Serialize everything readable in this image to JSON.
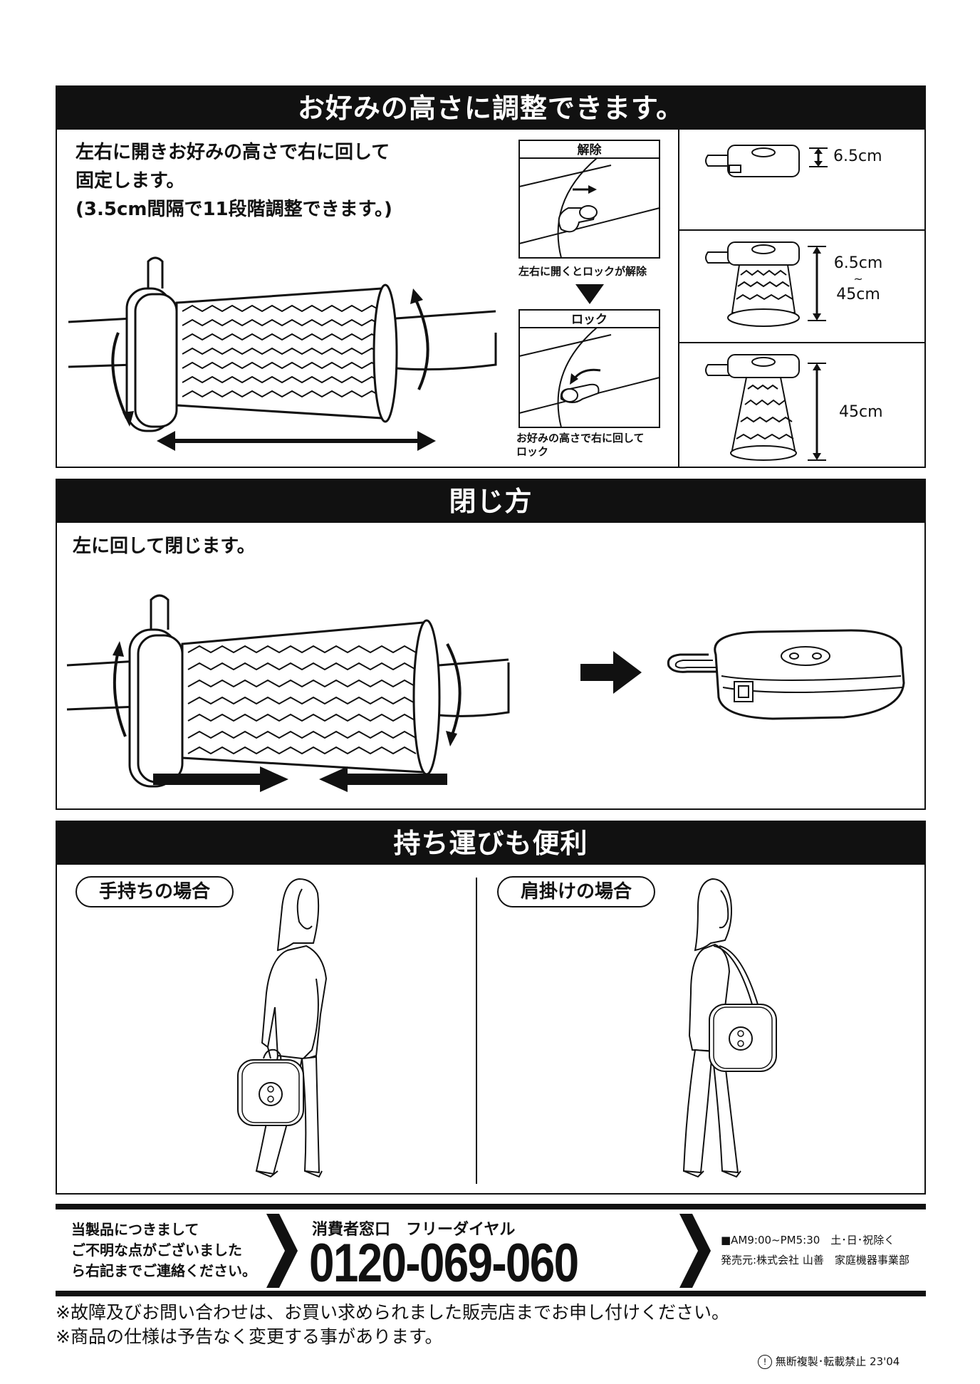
{
  "adjust": {
    "title": "お好みの高さに調整できます。",
    "instruction_lines": [
      "左右に開きお好みの高さで右に回して",
      "固定します。",
      "(3.5cm間隔で11段階調整できます。)"
    ],
    "release_title": "解除",
    "release_caption": "左右に開くとロックが解除",
    "lock_title": "ロック",
    "lock_caption_lines": [
      "お好みの高さで右に回して",
      "ロック"
    ],
    "height_closed": "6.5cm",
    "height_range_min": "6.5cm",
    "height_range_sep": "~",
    "height_range_max": "45cm",
    "height_max": "45cm"
  },
  "close": {
    "title": "閉じ方",
    "instruction": "左に回して閉じます。"
  },
  "carry": {
    "title": "持ち運びも便利",
    "hand_label": "手持ちの場合",
    "shoulder_label": "肩掛けの場合"
  },
  "contact": {
    "left_lines": [
      "当製品につきまして",
      "ご不明な点がございました",
      "ら右記までご連絡ください。"
    ],
    "window_label": "消費者窓口　フリーダイヤル",
    "phone": "0120-069-060",
    "hours": "■AM9:00~PM5:30　土･日･祝除く",
    "seller": "発売元:株式会社 山善　家庭機器事業部"
  },
  "notes": [
    "※故障及びお問い合わせは、お買い求められました販売店までお申し付けください。",
    "※商品の仕様は予告なく変更する事があります。"
  ],
  "copyright": "無断複製･転載禁止 23'04",
  "copyright_mark": "!"
}
